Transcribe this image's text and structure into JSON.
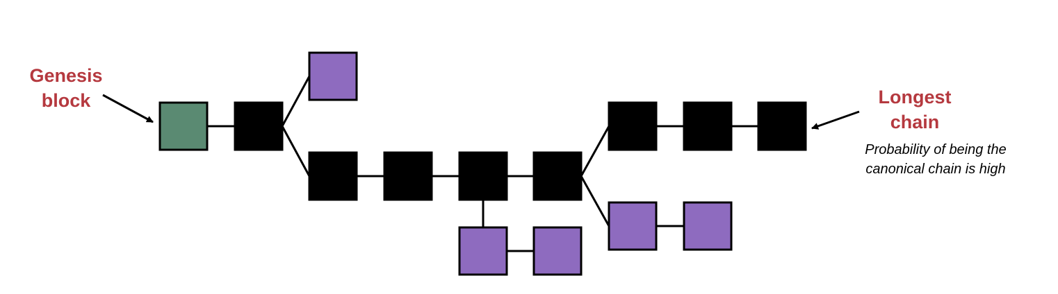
{
  "labels": {
    "genesis_line1": "Genesis",
    "genesis_line2": "block",
    "longest_line1": "Longest",
    "longest_line2": "chain",
    "note_line1": "Probability of being the",
    "note_line2": "canonical chain is high"
  },
  "colors": {
    "genesis": "#5a8a72",
    "main_chain": "#000000",
    "orphan": "#8e6bbf",
    "label_red": "#b5393f",
    "edge": "#000000"
  },
  "blocks": [
    {
      "id": "genesis",
      "kind": "genesis"
    },
    {
      "id": "b1",
      "kind": "main_chain"
    },
    {
      "id": "orphan-top",
      "kind": "orphan"
    },
    {
      "id": "m1",
      "kind": "main_chain"
    },
    {
      "id": "m2",
      "kind": "main_chain"
    },
    {
      "id": "m3",
      "kind": "main_chain"
    },
    {
      "id": "m4",
      "kind": "main_chain"
    },
    {
      "id": "t1",
      "kind": "main_chain"
    },
    {
      "id": "t2",
      "kind": "main_chain"
    },
    {
      "id": "t3",
      "kind": "main_chain"
    },
    {
      "id": "orphan-low-1",
      "kind": "orphan"
    },
    {
      "id": "orphan-low-2",
      "kind": "orphan"
    },
    {
      "id": "orphan-right-1",
      "kind": "orphan"
    },
    {
      "id": "orphan-right-2",
      "kind": "orphan"
    }
  ]
}
